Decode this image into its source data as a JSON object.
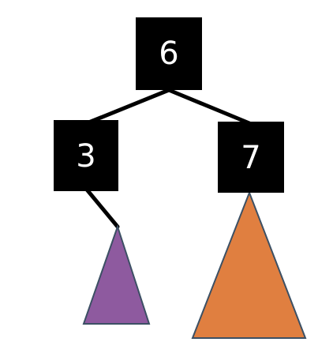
{
  "tree": {
    "nodes": [
      {
        "id": "root",
        "label": "6"
      },
      {
        "id": "left-child",
        "label": "3"
      },
      {
        "id": "right-child",
        "label": "7"
      }
    ],
    "subtrees": [
      {
        "id": "left-subtree",
        "parent": "left-child",
        "color": "#8e5a9f"
      },
      {
        "id": "right-subtree",
        "parent": "right-child",
        "color": "#e07f40"
      }
    ],
    "colors": {
      "node_fill": "#000000",
      "node_text": "#ffffff",
      "edge": "#000000",
      "triangle_stroke": "#3c5064",
      "leading_line": "#8a8a8a"
    }
  }
}
